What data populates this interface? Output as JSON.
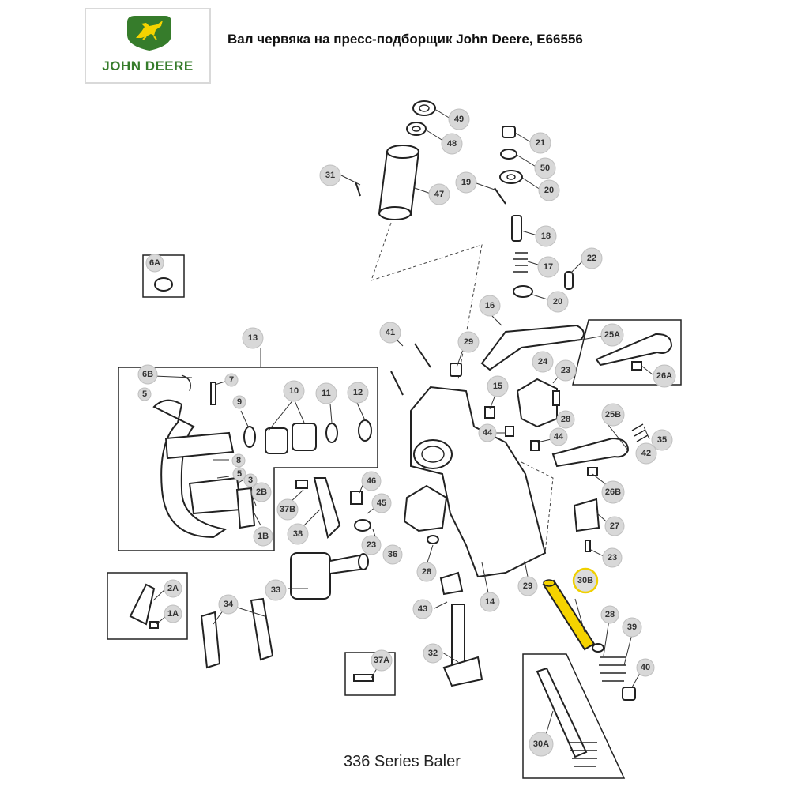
{
  "logo": {
    "brand_text": "JOHN DEERE",
    "icon": "deer-icon",
    "brand_color": "#367c2b",
    "accent_color": "#f5d300"
  },
  "title": "Вал червяка на пресс-подборщик John Deere, E66556",
  "caption": "336 Series Baler",
  "highlight_color": "#f5d300",
  "callouts": [
    {
      "id": "c49",
      "label": "49"
    },
    {
      "id": "c48",
      "label": "48"
    },
    {
      "id": "c21",
      "label": "21"
    },
    {
      "id": "c50",
      "label": "50"
    },
    {
      "id": "c20a",
      "label": "20"
    },
    {
      "id": "c31",
      "label": "31"
    },
    {
      "id": "c47",
      "label": "47"
    },
    {
      "id": "c19",
      "label": "19"
    },
    {
      "id": "c18",
      "label": "18"
    },
    {
      "id": "c17",
      "label": "17"
    },
    {
      "id": "c22",
      "label": "22"
    },
    {
      "id": "c20b",
      "label": "20"
    },
    {
      "id": "c6A",
      "label": "6A"
    },
    {
      "id": "c16",
      "label": "16"
    },
    {
      "id": "c25A",
      "label": "25A"
    },
    {
      "id": "c26A",
      "label": "26A"
    },
    {
      "id": "c41",
      "label": "41"
    },
    {
      "id": "c29a",
      "label": "29"
    },
    {
      "id": "c13",
      "label": "13"
    },
    {
      "id": "c24",
      "label": "24"
    },
    {
      "id": "c23a",
      "label": "23"
    },
    {
      "id": "c6B",
      "label": "6B"
    },
    {
      "id": "c7",
      "label": "7"
    },
    {
      "id": "c5a",
      "label": "5"
    },
    {
      "id": "c10",
      "label": "10"
    },
    {
      "id": "c11",
      "label": "11"
    },
    {
      "id": "c12",
      "label": "12"
    },
    {
      "id": "c9",
      "label": "9"
    },
    {
      "id": "c15",
      "label": "15"
    },
    {
      "id": "c28a",
      "label": "28"
    },
    {
      "id": "c25B",
      "label": "25B"
    },
    {
      "id": "c35",
      "label": "35"
    },
    {
      "id": "c44a",
      "label": "44"
    },
    {
      "id": "c44b",
      "label": "44"
    },
    {
      "id": "c42",
      "label": "42"
    },
    {
      "id": "c8",
      "label": "8"
    },
    {
      "id": "c5b",
      "label": "5"
    },
    {
      "id": "c3",
      "label": "3"
    },
    {
      "id": "c2B",
      "label": "2B"
    },
    {
      "id": "c1B",
      "label": "1B"
    },
    {
      "id": "c37B",
      "label": "37B"
    },
    {
      "id": "c38",
      "label": "38"
    },
    {
      "id": "c46",
      "label": "46"
    },
    {
      "id": "c45",
      "label": "45"
    },
    {
      "id": "c23b",
      "label": "23"
    },
    {
      "id": "c26B",
      "label": "26B"
    },
    {
      "id": "c27",
      "label": "27"
    },
    {
      "id": "c36",
      "label": "36"
    },
    {
      "id": "c28b",
      "label": "28"
    },
    {
      "id": "c23c",
      "label": "23"
    },
    {
      "id": "c33",
      "label": "33"
    },
    {
      "id": "c2A",
      "label": "2A"
    },
    {
      "id": "c1A",
      "label": "1A"
    },
    {
      "id": "c34",
      "label": "34"
    },
    {
      "id": "c29b",
      "label": "29"
    },
    {
      "id": "c14",
      "label": "14"
    },
    {
      "id": "c30B",
      "label": "30B"
    },
    {
      "id": "c43",
      "label": "43"
    },
    {
      "id": "c28c",
      "label": "28"
    },
    {
      "id": "c39",
      "label": "39"
    },
    {
      "id": "c32",
      "label": "32"
    },
    {
      "id": "c40",
      "label": "40"
    },
    {
      "id": "c37A",
      "label": "37A"
    },
    {
      "id": "c30A",
      "label": "30A"
    }
  ]
}
